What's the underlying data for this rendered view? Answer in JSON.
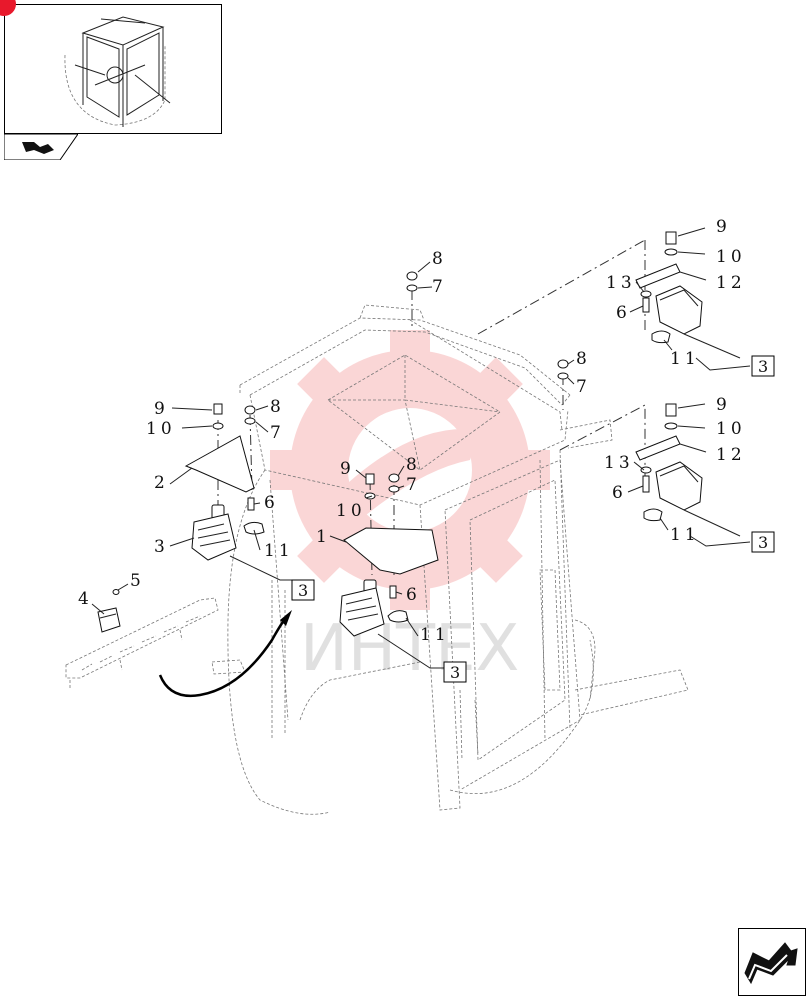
{
  "thumbnail": {
    "icon": "cab-assembly-thumbnail-icon",
    "tab_icon": "view-direction-icon",
    "badge_color": "#e8192c"
  },
  "watermark": {
    "text": "ИНТЕХ",
    "icon": "gear-logo-icon",
    "color": "#f07070"
  },
  "callouts": {
    "c1": "1",
    "c2": "2",
    "c3": "3",
    "c4": "4",
    "c5": "5",
    "c6a": "6",
    "c6b": "6",
    "c6c": "6",
    "c6d": "6",
    "c7a": "7",
    "c7b": "7",
    "c7c": "7",
    "c7d": "7",
    "c8a": "8",
    "c8b": "8",
    "c8c": "8",
    "c8d": "8",
    "c9a": "9",
    "c9b": "9",
    "c9c": "9",
    "c9d": "9",
    "c10a": "10",
    "c10b": "10",
    "c10c": "10",
    "c10d": "10",
    "c11a": "11",
    "c11b": "11",
    "c11c": "11",
    "c11d": "11",
    "c12a": "12",
    "c12b": "12",
    "c13a": "13",
    "c13b": "13"
  },
  "ref_boxes": {
    "r1": "3",
    "r2": "3",
    "r3": "3",
    "r4": "3"
  },
  "navigation": {
    "icon": "next-page-arrow-icon"
  }
}
